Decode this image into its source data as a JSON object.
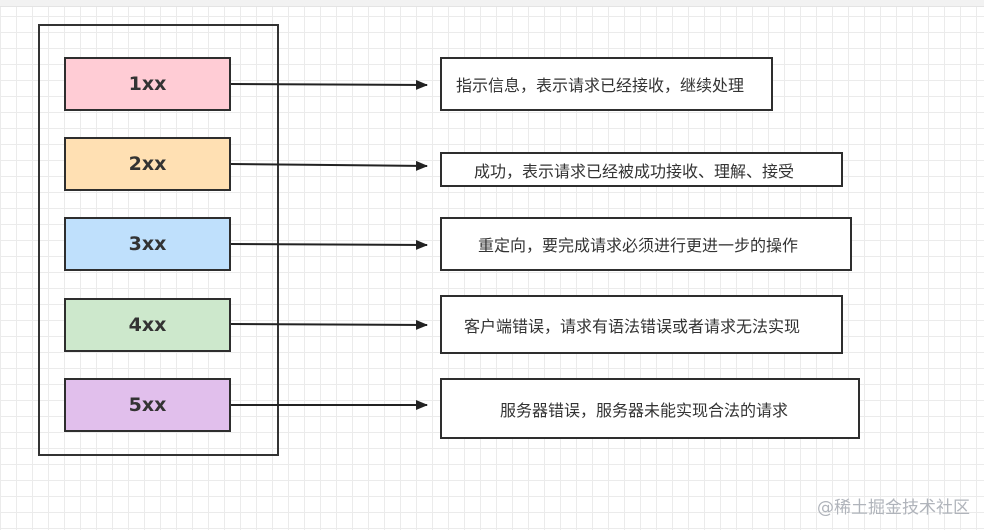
{
  "diagram": {
    "rows": [
      {
        "code": "1xx",
        "color": "#ffccd5",
        "description": "指示信息，表示请求已经接收，继续处理"
      },
      {
        "code": "2xx",
        "color": "#ffe0b3",
        "description": "成功，表示请求已经被成功接收、理解、接受"
      },
      {
        "code": "3xx",
        "color": "#bfe0fc",
        "description": "重定向，要完成请求必须进行更进一步的操作"
      },
      {
        "code": "4xx",
        "color": "#cde8cc",
        "description": "客户端错误，请求有语法错误或者请求无法实现"
      },
      {
        "code": "5xx",
        "color": "#e1bfec",
        "description": "服务器错误，服务器未能实现合法的请求"
      }
    ]
  },
  "watermark": "@稀土掘金技术社区"
}
